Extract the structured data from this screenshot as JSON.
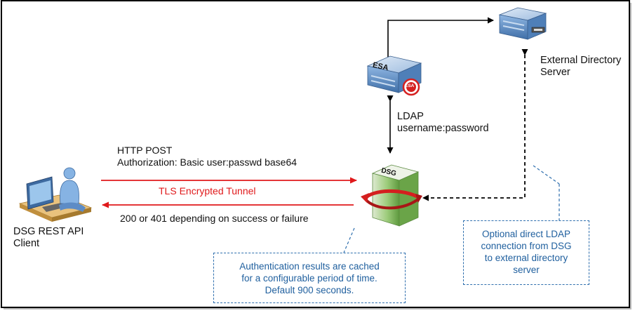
{
  "nodes": {
    "client": {
      "line1": "DSG REST API",
      "line2": "Client"
    },
    "esa": {
      "badge": "ESA",
      "sub_badge": "ESA"
    },
    "dsg": {
      "badge": "DSG"
    },
    "external_directory": {
      "line1": "External Directory",
      "line2": "Server"
    }
  },
  "edges": {
    "http_request": {
      "line1": "HTTP POST",
      "line2": "Authorization: Basic user:passwd base64"
    },
    "tls_tunnel": {
      "label": "TLS Encrypted Tunnel"
    },
    "http_response": {
      "label": "200 or 401 depending on success or failure"
    },
    "ldap": {
      "line1": "LDAP",
      "line2": "username:password"
    }
  },
  "callouts": {
    "cache": {
      "lines": [
        "Authentication results are cached",
        "for a configurable period of time.",
        "Default 900 seconds."
      ]
    },
    "direct_ldap": {
      "lines": [
        "Optional direct LDAP",
        "connection from DSG",
        "to external directory",
        "server"
      ]
    }
  },
  "colors": {
    "border": "#000000",
    "red_arrow": "#e0191b",
    "callout_blue": "#1f5f9e",
    "server_blue": "#5b8fc7",
    "dsg_green": "#7cb85a"
  }
}
